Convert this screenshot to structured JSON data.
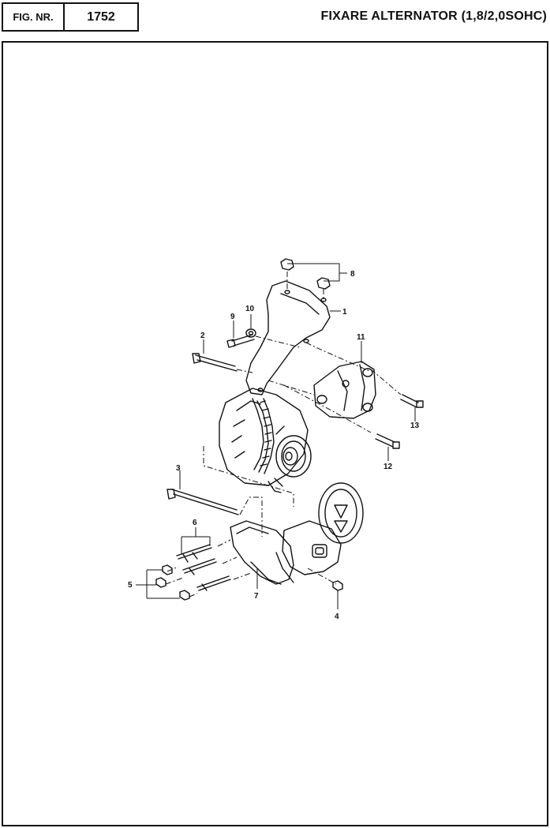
{
  "header": {
    "fig_label": "FIG. NR.",
    "fig_number": "1752",
    "title": "FIXARE ALTERNATOR (1,8/2,0SOHC)"
  },
  "callouts": [
    "1",
    "2",
    "3",
    "4",
    "5",
    "6",
    "7",
    "8",
    "9",
    "10",
    "11",
    "12",
    "13"
  ]
}
